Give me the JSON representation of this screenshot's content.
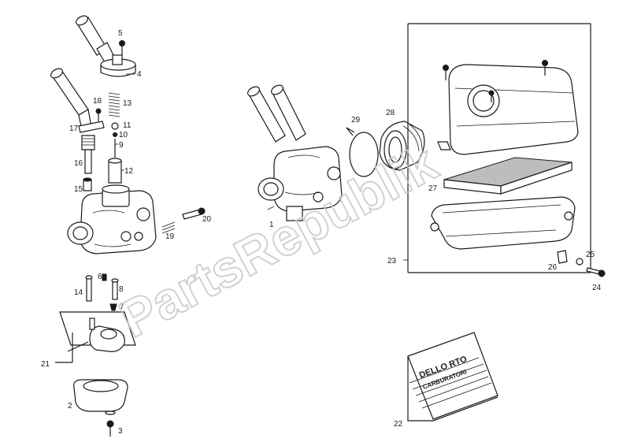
{
  "watermark": "PartsRepublik",
  "package": {
    "title": "DELLO RTO",
    "subtitle": "CARBURATORI"
  },
  "labels": {
    "l1": "1",
    "l2": "2",
    "l3": "3",
    "l4": "4",
    "l5": "5",
    "l6": "6",
    "l7": "7",
    "l8": "8",
    "l9": "9",
    "l10": "10",
    "l11": "11",
    "l12": "12",
    "l13": "13",
    "l14": "14",
    "l15": "15",
    "l16": "16",
    "l17": "17",
    "l18": "18",
    "l19": "19",
    "l20": "20",
    "l21": "21",
    "l22": "22",
    "l23": "23",
    "l24": "24",
    "l25": "25",
    "l26": "26",
    "l27": "27",
    "l28": "28",
    "l29": "29"
  }
}
